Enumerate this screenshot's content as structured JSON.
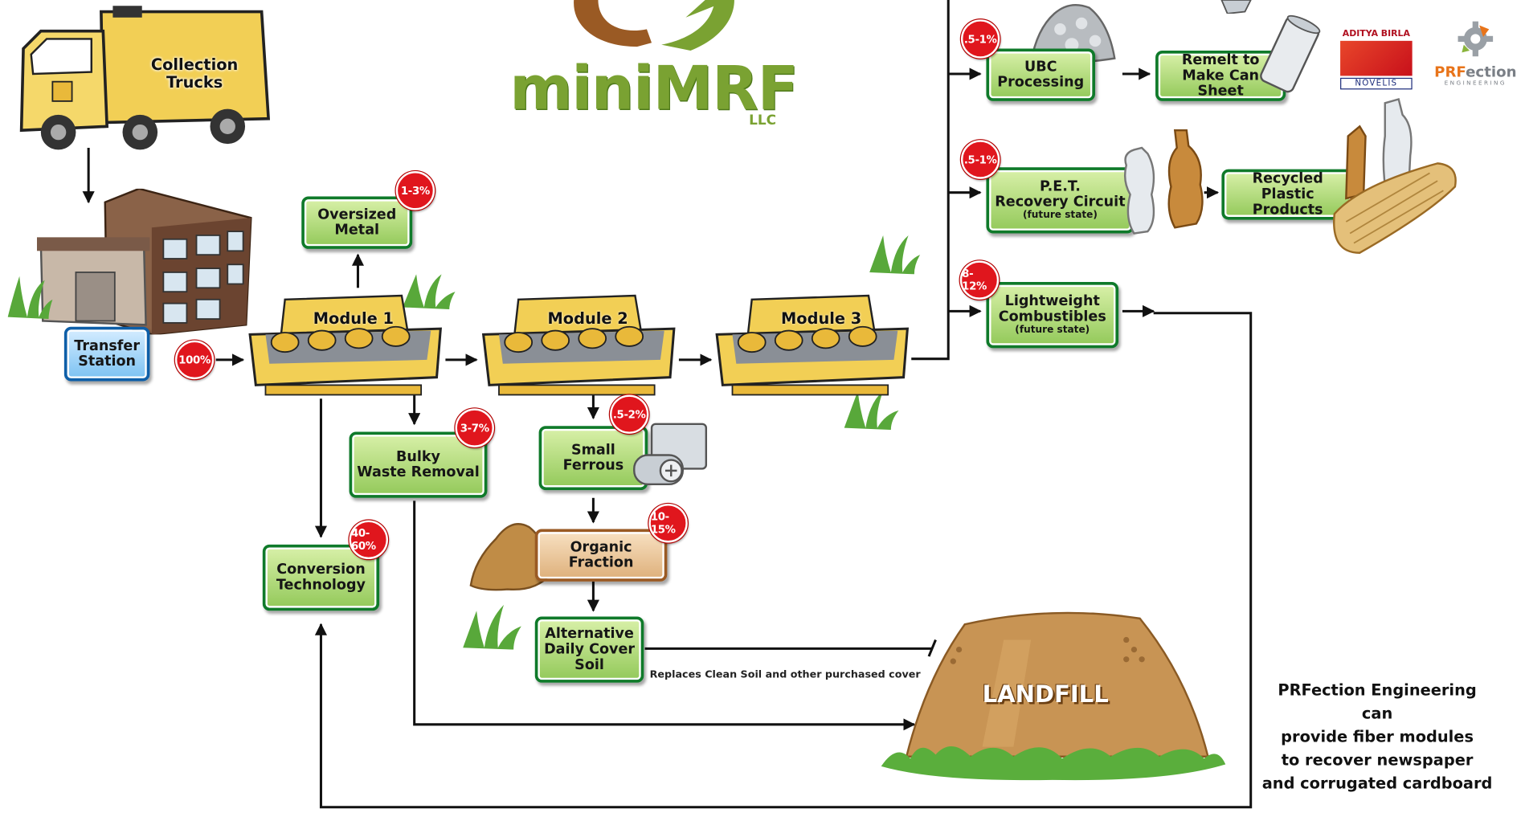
{
  "brand": {
    "name": "miniMRF",
    "suffix": "LLC"
  },
  "logos": {
    "aditya_line1": "ADITYA BIRLA",
    "aditya_line2": "NOVELIS",
    "prf_prefix": "PRF",
    "prf_suffix": "ection",
    "prf_sub": "ENGINEERING"
  },
  "trucks": {
    "line1": "Collection",
    "line2": "Trucks"
  },
  "transfer": {
    "line1": "Transfer",
    "line2": "Station",
    "pct": "100%"
  },
  "modules": [
    "Module 1",
    "Module 2",
    "Module 3"
  ],
  "oversized": {
    "line1": "Oversized",
    "line2": "Metal",
    "pct": "1-3%"
  },
  "bulky": {
    "line1": "Bulky",
    "line2": "Waste Removal",
    "pct": "3-7%"
  },
  "conversion": {
    "line1": "Conversion",
    "line2": "Technology",
    "pct": "40-60%"
  },
  "ferrous": {
    "line1": "Small",
    "line2": "Ferrous",
    "pct": ".5-2%"
  },
  "organic": {
    "line1": "Organic",
    "line2": "Fraction",
    "pct": "10-15%"
  },
  "adc": {
    "line1": "Alternative",
    "line2": "Daily Cover",
    "line3": "Soil"
  },
  "ubc": {
    "line1": "UBC",
    "line2": "Processing",
    "pct": ".5-1%"
  },
  "remelt": {
    "line1": "Remelt to",
    "line2": "Make Can Sheet"
  },
  "pet": {
    "line1": "P.E.T.",
    "line2": "Recovery Circuit",
    "line3": "(future state)",
    "pct": ".5-1%"
  },
  "plastic": {
    "line1": "Recycled Plastic",
    "line2": "Products"
  },
  "lightweight": {
    "line1": "Lightweight",
    "line2": "Combustibles",
    "line3": "(future state)",
    "pct": "8-12%"
  },
  "landfill": {
    "label": "LANDFILL"
  },
  "replaces_note": "Replaces Clean Soil and other purchased cover",
  "fiber_note": {
    "line1": "PRFection Engineering can",
    "line2": "provide fiber modules",
    "line3": "to recover newspaper",
    "line4": "and corrugated cardboard"
  },
  "colors": {
    "green_border": "#0f7a2a",
    "red_badge": "#e0161d",
    "logo_green": "#7aa232",
    "logo_brown": "#9a5a24",
    "module_yellow": "#f2cf55"
  }
}
